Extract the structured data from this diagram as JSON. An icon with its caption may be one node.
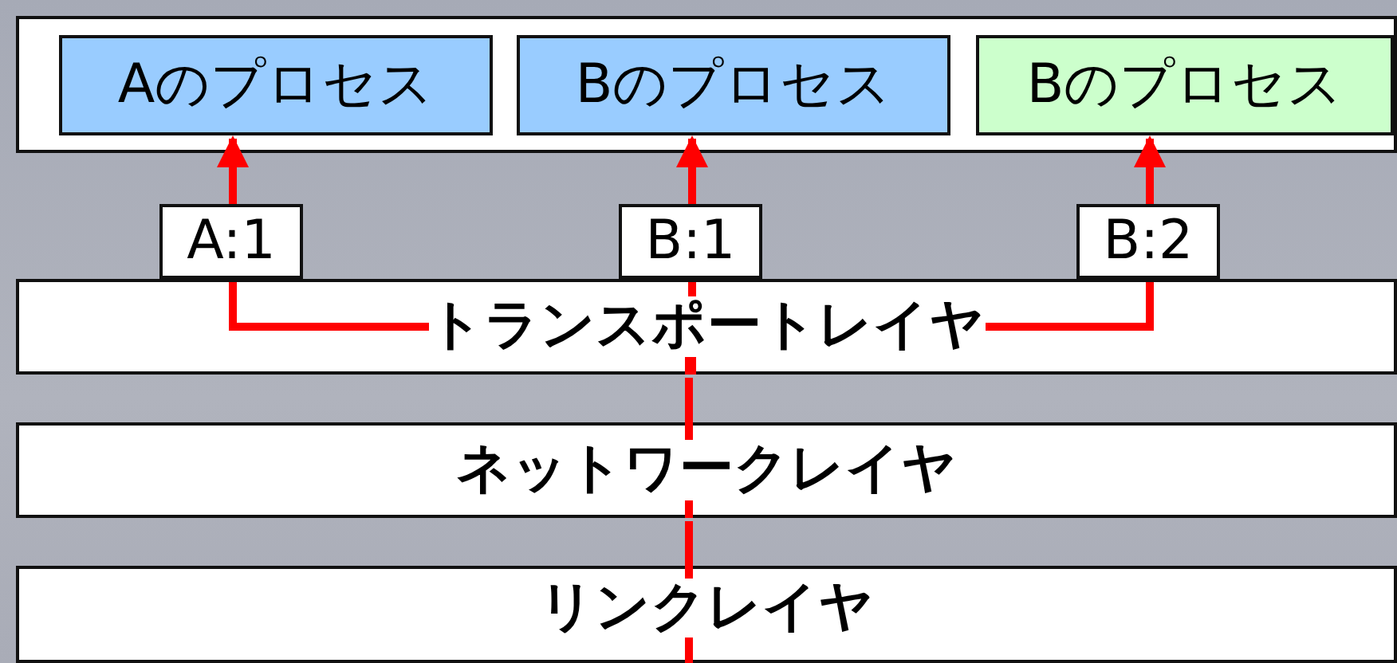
{
  "diagram": {
    "nodes": [
      {
        "text": [],
        "shape": "box"
      },
      {
        "text": [
          "Aのプロセス"
        ],
        "in": 0
      },
      {
        "text": [
          "Bのプロセス"
        ],
        "in": 0
      },
      {
        "text": [
          "Bのプロセス"
        ],
        "in": 0
      },
      {
        "text": [
          "A:1"
        ]
      },
      {
        "text": [
          "B:1"
        ]
      },
      {
        "text": [
          "B:2"
        ]
      },
      {
        "text": [
          "トランスポートレイヤ"
        ]
      },
      {
        "text": [
          "ネットワークレイヤ"
        ]
      },
      {
        "text": [
          "リンクレイヤ"
        ]
      }
    ],
    "edges": [
      {
        "from": 9,
        "to": 8,
        "arrow": "none"
      },
      {
        "from": 8,
        "to": 7,
        "arrow": "none"
      },
      {
        "from": 7,
        "to": 4,
        "arrow": "none"
      },
      {
        "from": 7,
        "to": 5,
        "arrow": "none"
      },
      {
        "from": 7,
        "to": 6,
        "arrow": "none"
      },
      {
        "from": 4,
        "to": 1,
        "arrow": "to"
      },
      {
        "from": 5,
        "to": 2,
        "arrow": "to"
      },
      {
        "from": 6,
        "to": 3,
        "arrow": "to"
      }
    ]
  }
}
